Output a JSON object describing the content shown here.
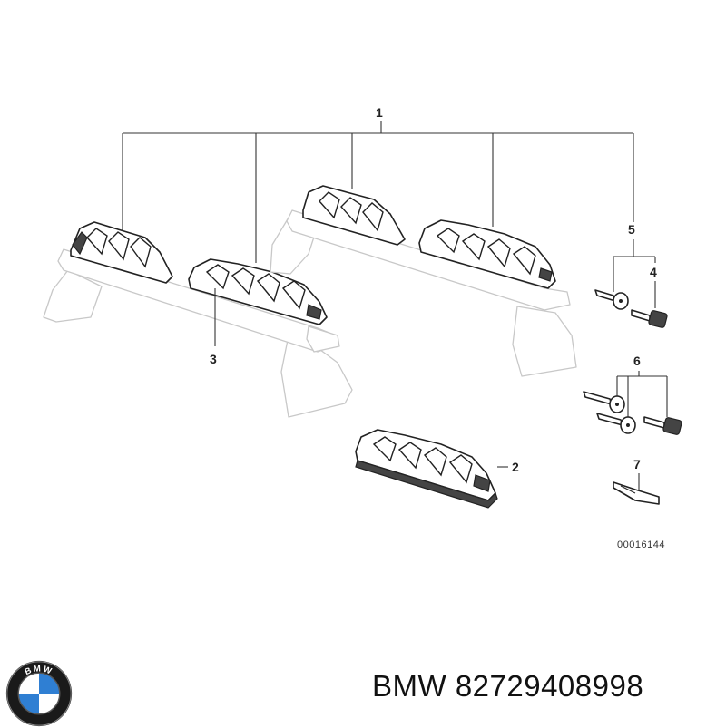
{
  "diagram": {
    "callouts": [
      "1",
      "2",
      "3",
      "4",
      "5",
      "6",
      "7"
    ],
    "reference_number": "00016144"
  },
  "caption": {
    "brand": "BMW",
    "part_number": "82729408998",
    "full_text": "BMW 82729408998"
  },
  "logo": {
    "name": "bmw-roundel",
    "text": "BMW",
    "colors": {
      "blue": "#2f7fd3",
      "white": "#ffffff",
      "ring": "#1a1a1a"
    }
  }
}
